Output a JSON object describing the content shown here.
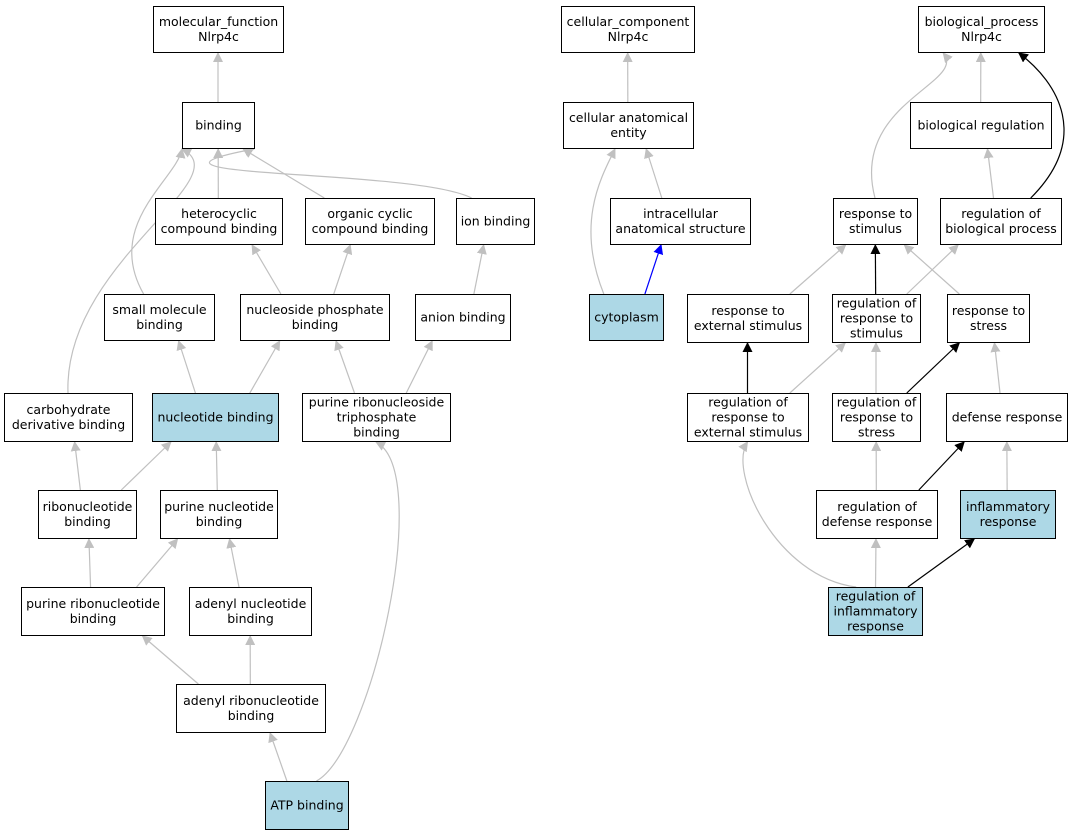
{
  "colors": {
    "background": "#ffffff",
    "node_default": "#ffffff",
    "node_highlight": "#add8e6",
    "node_border": "#000000",
    "edge_is_a": "#c0c0c0",
    "edge_regulates": "#000000",
    "edge_part_of": "#0000ff"
  },
  "nodes": [
    {
      "id": "molecular_function",
      "lines": [
        "molecular_function",
        "Nlrp4c"
      ],
      "highlight": false
    },
    {
      "id": "binding",
      "lines": [
        "binding"
      ],
      "highlight": false
    },
    {
      "id": "heterocyclic",
      "lines": [
        "heterocyclic",
        "compound binding"
      ],
      "highlight": false
    },
    {
      "id": "organic_cyclic",
      "lines": [
        "organic cyclic",
        "compound binding"
      ],
      "highlight": false
    },
    {
      "id": "ion_binding",
      "lines": [
        "ion binding"
      ],
      "highlight": false
    },
    {
      "id": "small_molecule",
      "lines": [
        "small molecule",
        "binding"
      ],
      "highlight": false
    },
    {
      "id": "nucleoside_phosphate",
      "lines": [
        "nucleoside phosphate",
        "binding"
      ],
      "highlight": false
    },
    {
      "id": "anion_binding",
      "lines": [
        "anion binding"
      ],
      "highlight": false
    },
    {
      "id": "carbohydrate_deriv",
      "lines": [
        "carbohydrate",
        "derivative binding"
      ],
      "highlight": false
    },
    {
      "id": "nucleotide_binding",
      "lines": [
        "nucleotide binding"
      ],
      "highlight": true
    },
    {
      "id": "purine_ribonucleoside_tp",
      "lines": [
        "purine ribonucleoside",
        "triphosphate",
        "binding"
      ],
      "highlight": false
    },
    {
      "id": "ribonucleotide",
      "lines": [
        "ribonucleotide",
        "binding"
      ],
      "highlight": false
    },
    {
      "id": "purine_nucleotide",
      "lines": [
        "purine nucleotide",
        "binding"
      ],
      "highlight": false
    },
    {
      "id": "purine_ribonucleotide",
      "lines": [
        "purine ribonucleotide",
        "binding"
      ],
      "highlight": false
    },
    {
      "id": "adenyl_nucleotide",
      "lines": [
        "adenyl nucleotide",
        "binding"
      ],
      "highlight": false
    },
    {
      "id": "adenyl_ribonucleotide",
      "lines": [
        "adenyl ribonucleotide",
        "binding"
      ],
      "highlight": false
    },
    {
      "id": "atp_binding",
      "lines": [
        "ATP binding"
      ],
      "highlight": true
    },
    {
      "id": "cellular_component",
      "lines": [
        "cellular_component",
        "Nlrp4c"
      ],
      "highlight": false
    },
    {
      "id": "cellular_anatomical",
      "lines": [
        "cellular anatomical",
        "entity"
      ],
      "highlight": false
    },
    {
      "id": "intracellular",
      "lines": [
        "intracellular",
        "anatomical structure"
      ],
      "highlight": false
    },
    {
      "id": "cytoplasm",
      "lines": [
        "cytoplasm"
      ],
      "highlight": true
    },
    {
      "id": "biological_process",
      "lines": [
        "biological_process",
        "Nlrp4c"
      ],
      "highlight": false
    },
    {
      "id": "biological_regulation",
      "lines": [
        "biological regulation"
      ],
      "highlight": false
    },
    {
      "id": "response_to_stimulus",
      "lines": [
        "response to",
        "stimulus"
      ],
      "highlight": false
    },
    {
      "id": "regulation_bio_process",
      "lines": [
        "regulation of",
        "biological process"
      ],
      "highlight": false
    },
    {
      "id": "response_external",
      "lines": [
        "response to",
        "external stimulus"
      ],
      "highlight": false
    },
    {
      "id": "regulation_response_stimulus",
      "lines": [
        "regulation of",
        "response to",
        "stimulus"
      ],
      "highlight": false
    },
    {
      "id": "response_stress",
      "lines": [
        "response to",
        "stress"
      ],
      "highlight": false
    },
    {
      "id": "regulation_response_external",
      "lines": [
        "regulation of",
        "response to",
        "external stimulus"
      ],
      "highlight": false
    },
    {
      "id": "regulation_response_stress",
      "lines": [
        "regulation of",
        "response to",
        "stress"
      ],
      "highlight": false
    },
    {
      "id": "defense_response",
      "lines": [
        "defense response"
      ],
      "highlight": false
    },
    {
      "id": "regulation_defense",
      "lines": [
        "regulation of",
        "defense response"
      ],
      "highlight": false
    },
    {
      "id": "inflammatory_response",
      "lines": [
        "inflammatory",
        "response"
      ],
      "highlight": true
    },
    {
      "id": "regulation_inflammatory",
      "lines": [
        "regulation of",
        "inflammatory",
        "response"
      ],
      "highlight": true
    }
  ],
  "edges": [
    {
      "from": "binding",
      "to": "molecular_function",
      "type": "is_a"
    },
    {
      "from": "heterocyclic",
      "to": "binding",
      "type": "is_a"
    },
    {
      "from": "organic_cyclic",
      "to": "binding",
      "type": "is_a"
    },
    {
      "from": "ion_binding",
      "to": "binding",
      "type": "is_a"
    },
    {
      "from": "small_molecule",
      "to": "binding",
      "type": "is_a"
    },
    {
      "from": "carbohydrate_deriv",
      "to": "binding",
      "type": "is_a"
    },
    {
      "from": "nucleoside_phosphate",
      "to": "heterocyclic",
      "type": "is_a"
    },
    {
      "from": "nucleoside_phosphate",
      "to": "organic_cyclic",
      "type": "is_a"
    },
    {
      "from": "anion_binding",
      "to": "ion_binding",
      "type": "is_a"
    },
    {
      "from": "nucleotide_binding",
      "to": "small_molecule",
      "type": "is_a"
    },
    {
      "from": "nucleotide_binding",
      "to": "nucleoside_phosphate",
      "type": "is_a"
    },
    {
      "from": "purine_ribonucleoside_tp",
      "to": "nucleoside_phosphate",
      "type": "is_a"
    },
    {
      "from": "purine_ribonucleoside_tp",
      "to": "anion_binding",
      "type": "is_a"
    },
    {
      "from": "ribonucleotide",
      "to": "carbohydrate_deriv",
      "type": "is_a"
    },
    {
      "from": "ribonucleotide",
      "to": "nucleotide_binding",
      "type": "is_a"
    },
    {
      "from": "purine_nucleotide",
      "to": "nucleotide_binding",
      "type": "is_a"
    },
    {
      "from": "purine_ribonucleotide",
      "to": "ribonucleotide",
      "type": "is_a"
    },
    {
      "from": "purine_ribonucleotide",
      "to": "purine_nucleotide",
      "type": "is_a"
    },
    {
      "from": "adenyl_nucleotide",
      "to": "purine_nucleotide",
      "type": "is_a"
    },
    {
      "from": "adenyl_ribonucleotide",
      "to": "purine_ribonucleotide",
      "type": "is_a"
    },
    {
      "from": "adenyl_ribonucleotide",
      "to": "adenyl_nucleotide",
      "type": "is_a"
    },
    {
      "from": "atp_binding",
      "to": "adenyl_ribonucleotide",
      "type": "is_a"
    },
    {
      "from": "atp_binding",
      "to": "purine_ribonucleoside_tp",
      "type": "is_a"
    },
    {
      "from": "cellular_anatomical",
      "to": "cellular_component",
      "type": "is_a"
    },
    {
      "from": "intracellular",
      "to": "cellular_anatomical",
      "type": "is_a"
    },
    {
      "from": "cytoplasm",
      "to": "cellular_anatomical",
      "type": "is_a"
    },
    {
      "from": "cytoplasm",
      "to": "intracellular",
      "type": "part_of"
    },
    {
      "from": "biological_regulation",
      "to": "biological_process",
      "type": "is_a"
    },
    {
      "from": "response_to_stimulus",
      "to": "biological_process",
      "type": "is_a"
    },
    {
      "from": "regulation_bio_process",
      "to": "biological_process",
      "type": "regulates"
    },
    {
      "from": "regulation_bio_process",
      "to": "biological_regulation",
      "type": "is_a"
    },
    {
      "from": "response_external",
      "to": "response_to_stimulus",
      "type": "is_a"
    },
    {
      "from": "regulation_response_stimulus",
      "to": "response_to_stimulus",
      "type": "regulates"
    },
    {
      "from": "regulation_response_stimulus",
      "to": "regulation_bio_process",
      "type": "is_a"
    },
    {
      "from": "response_stress",
      "to": "response_to_stimulus",
      "type": "is_a"
    },
    {
      "from": "regulation_response_external",
      "to": "response_external",
      "type": "regulates"
    },
    {
      "from": "regulation_response_external",
      "to": "regulation_response_stimulus",
      "type": "is_a"
    },
    {
      "from": "regulation_response_stress",
      "to": "regulation_response_stimulus",
      "type": "is_a"
    },
    {
      "from": "regulation_response_stress",
      "to": "response_stress",
      "type": "regulates"
    },
    {
      "from": "defense_response",
      "to": "response_stress",
      "type": "is_a"
    },
    {
      "from": "regulation_defense",
      "to": "regulation_response_stress",
      "type": "is_a"
    },
    {
      "from": "regulation_defense",
      "to": "defense_response",
      "type": "regulates"
    },
    {
      "from": "inflammatory_response",
      "to": "defense_response",
      "type": "is_a"
    },
    {
      "from": "regulation_inflammatory",
      "to": "regulation_response_external",
      "type": "is_a"
    },
    {
      "from": "regulation_inflammatory",
      "to": "regulation_defense",
      "type": "is_a"
    },
    {
      "from": "regulation_inflammatory",
      "to": "inflammatory_response",
      "type": "regulates"
    }
  ]
}
